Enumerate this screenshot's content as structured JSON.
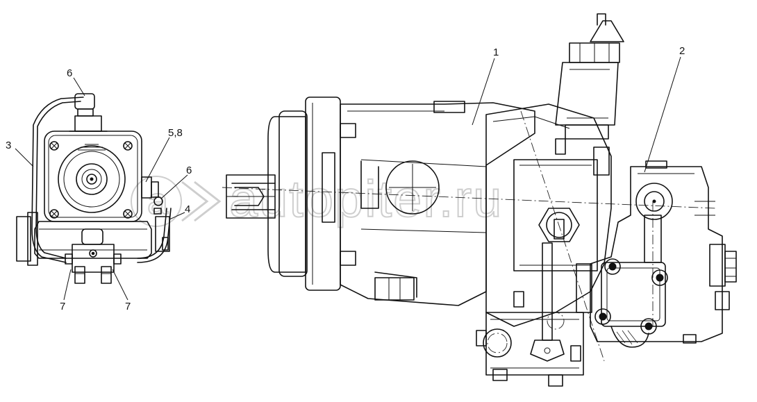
{
  "callouts": {
    "c1": "1",
    "c2": "2",
    "c3": "3",
    "c4": "4",
    "c58": "5,8",
    "c6a": "6",
    "c6b": "6",
    "c7a": "7",
    "c7b": "7"
  },
  "watermark": {
    "text": "autopiter.ru"
  },
  "colors": {
    "ink": "#111111",
    "watermark": "#c9c9c9",
    "background": "#ffffff"
  }
}
